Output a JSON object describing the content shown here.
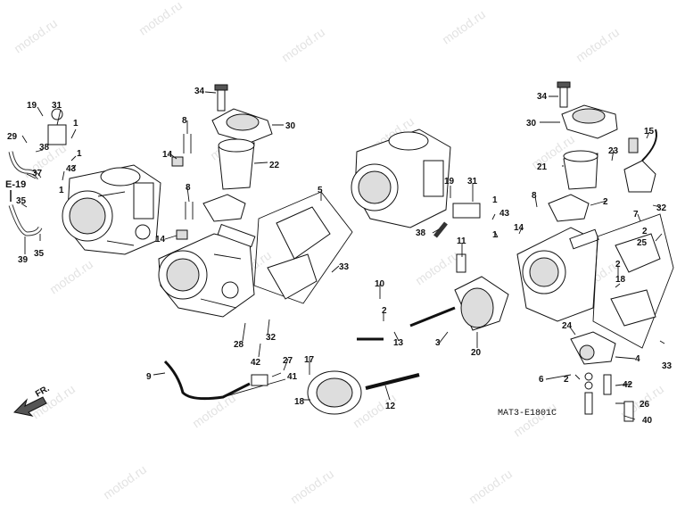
{
  "watermark": "motod.ru",
  "diagram_code": "MAT3-E1801C",
  "ref_label": "E-19",
  "direction_label": "FR.",
  "callouts": [
    "19",
    "31",
    "1",
    "29",
    "38",
    "1",
    "1",
    "43",
    "37",
    "35",
    "35",
    "39",
    "34",
    "8",
    "14",
    "30",
    "22",
    "8",
    "14",
    "5",
    "33",
    "28",
    "42",
    "27",
    "41",
    "32",
    "9",
    "17",
    "18",
    "12",
    "10",
    "2",
    "13",
    "3",
    "20",
    "19",
    "31",
    "38",
    "1",
    "43",
    "11",
    "1",
    "14",
    "8",
    "34",
    "30",
    "21",
    "23",
    "15",
    "2",
    "7",
    "2",
    "25",
    "2",
    "18",
    "32",
    "33",
    "24",
    "4",
    "6",
    "2",
    "42",
    "26",
    "40"
  ]
}
